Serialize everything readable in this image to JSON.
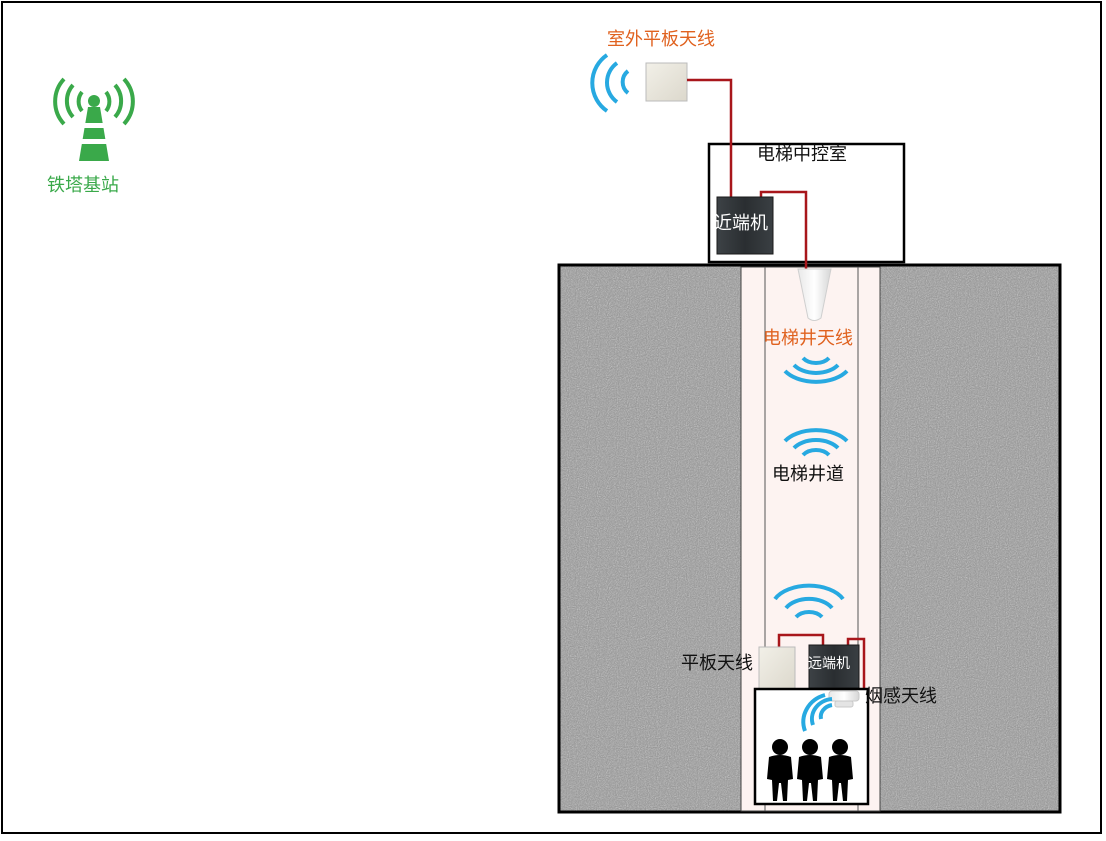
{
  "tower": {
    "label": "铁塔基站",
    "icon": "cell-tower-icon"
  },
  "outdoor_antenna": {
    "label": "室外平板天线",
    "icon": "panel-antenna-icon"
  },
  "control_room": {
    "label": "电梯中控室"
  },
  "near_unit": {
    "label": "近端机"
  },
  "shaft_antenna": {
    "label": "电梯井天线"
  },
  "shaft": {
    "label": "电梯井道"
  },
  "panel_antenna": {
    "label": "平板天线"
  },
  "far_unit": {
    "label": "远端机"
  },
  "smoke_antenna": {
    "label": "烟感天线",
    "icon": "smoke-detector-icon"
  },
  "passengers": {
    "icon": "person-icon",
    "count": 3
  },
  "colors": {
    "label_accent": "#e0621f",
    "tower_green": "#3aa94a",
    "cable_red": "#a8161b",
    "signal_blue": "#27a9e1",
    "unit_dark": "#2f3336"
  }
}
